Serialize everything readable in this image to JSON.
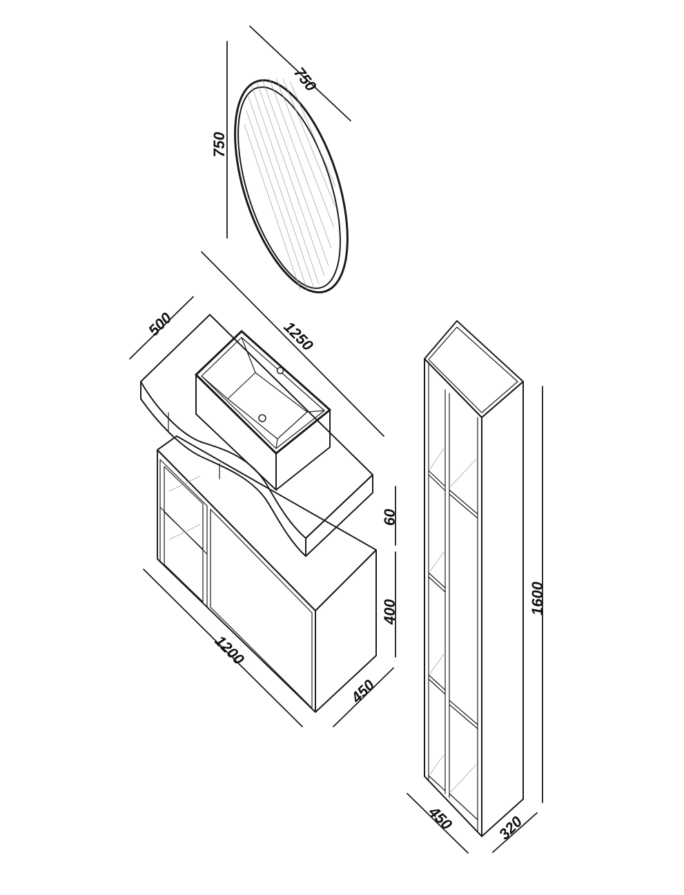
{
  "dimensions": {
    "mirror_width": "750",
    "mirror_height": "750",
    "top_depth": "500",
    "top_length": "1250",
    "top_thickness": "60",
    "cabinet_height": "400",
    "cabinet_width": "1200",
    "cabinet_depth": "450",
    "column_height": "1600",
    "column_width": "450",
    "column_depth": "320"
  },
  "colors": {
    "line": "#1a1a1a",
    "background": "#ffffff"
  }
}
